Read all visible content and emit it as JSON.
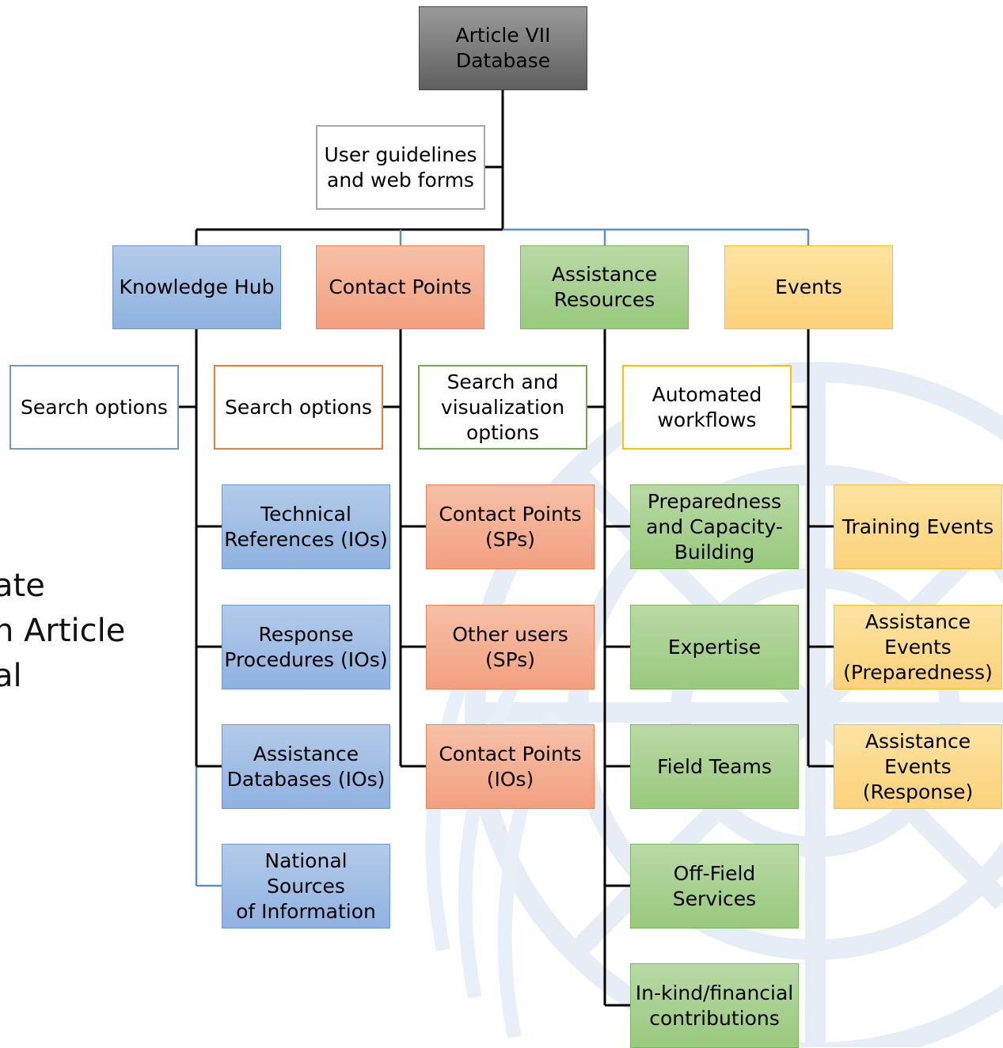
{
  "background_text": [
    "ate",
    "n Article",
    "al"
  ],
  "root": {
    "label": "Article VII\nDatabase"
  },
  "guidelines": {
    "label": "User guidelines\nand web forms"
  },
  "columns": [
    {
      "id": "knowledge-hub",
      "label": "Knowledge Hub",
      "color": "blue",
      "options": "Search options",
      "items": [
        "Technical\nReferences (IOs)",
        "Response\nProcedures (IOs)",
        "Assistance\nDatabases (IOs)",
        "National Sources\nof Information"
      ]
    },
    {
      "id": "contact-points",
      "label": "Contact Points",
      "color": "orange",
      "options": "Search options",
      "items": [
        "Contact Points\n(SPs)",
        "Other users (SPs)",
        "Contact Points\n(IOs)"
      ]
    },
    {
      "id": "assistance-resources",
      "label": "Assistance\nResources",
      "color": "green",
      "options": "Search and\nvisualization\noptions",
      "items": [
        "Preparedness\nand Capacity-\nBuilding",
        "Expertise",
        "Field Teams",
        "Off-Field Services",
        "In-kind/financial\ncontributions"
      ]
    },
    {
      "id": "events",
      "label": "Events",
      "color": "yellow",
      "options": "Automated\nworkflows",
      "items": [
        "Training Events",
        "Assistance Events\n(Preparedness)",
        "Assistance Events\n(Response)"
      ]
    }
  ],
  "colors": {
    "root": "#808080",
    "blue": "#9dbbe5",
    "orange": "#f4ae8f",
    "green": "#a6cf8c",
    "yellow": "#fdd98a",
    "connector": "#000000",
    "connector_blue": "#5b8fc7",
    "watermark": "#e8eef7"
  }
}
